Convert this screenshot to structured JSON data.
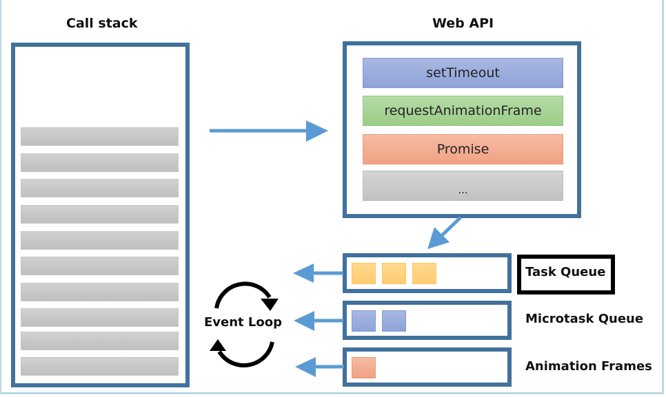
{
  "call_stack": {
    "title": "Call stack",
    "rows": 10
  },
  "web_api": {
    "title": "Web API",
    "items": [
      {
        "label": "setTimeout",
        "color": "#9aaddc"
      },
      {
        "label": "requestAnimationFrame",
        "color": "#a8d396"
      },
      {
        "label": "Promise",
        "color": "#f3ad92"
      },
      {
        "label": "...",
        "color": "#cbcbcb"
      }
    ]
  },
  "event_loop": {
    "label": "Event Loop"
  },
  "queues": [
    {
      "label": "Task Queue",
      "highlighted": true,
      "item_count": 3,
      "item_color": "#ffd27f"
    },
    {
      "label": "Microtask Queue",
      "highlighted": false,
      "item_count": 2,
      "item_color": "#9aaddc"
    },
    {
      "label": "Animation Frames",
      "highlighted": false,
      "item_count": 1,
      "item_color": "#f3ad92"
    }
  ],
  "colors": {
    "box_border": "#41719c",
    "arrow": "#5b9bd5",
    "frame": "#b9d8e4"
  }
}
